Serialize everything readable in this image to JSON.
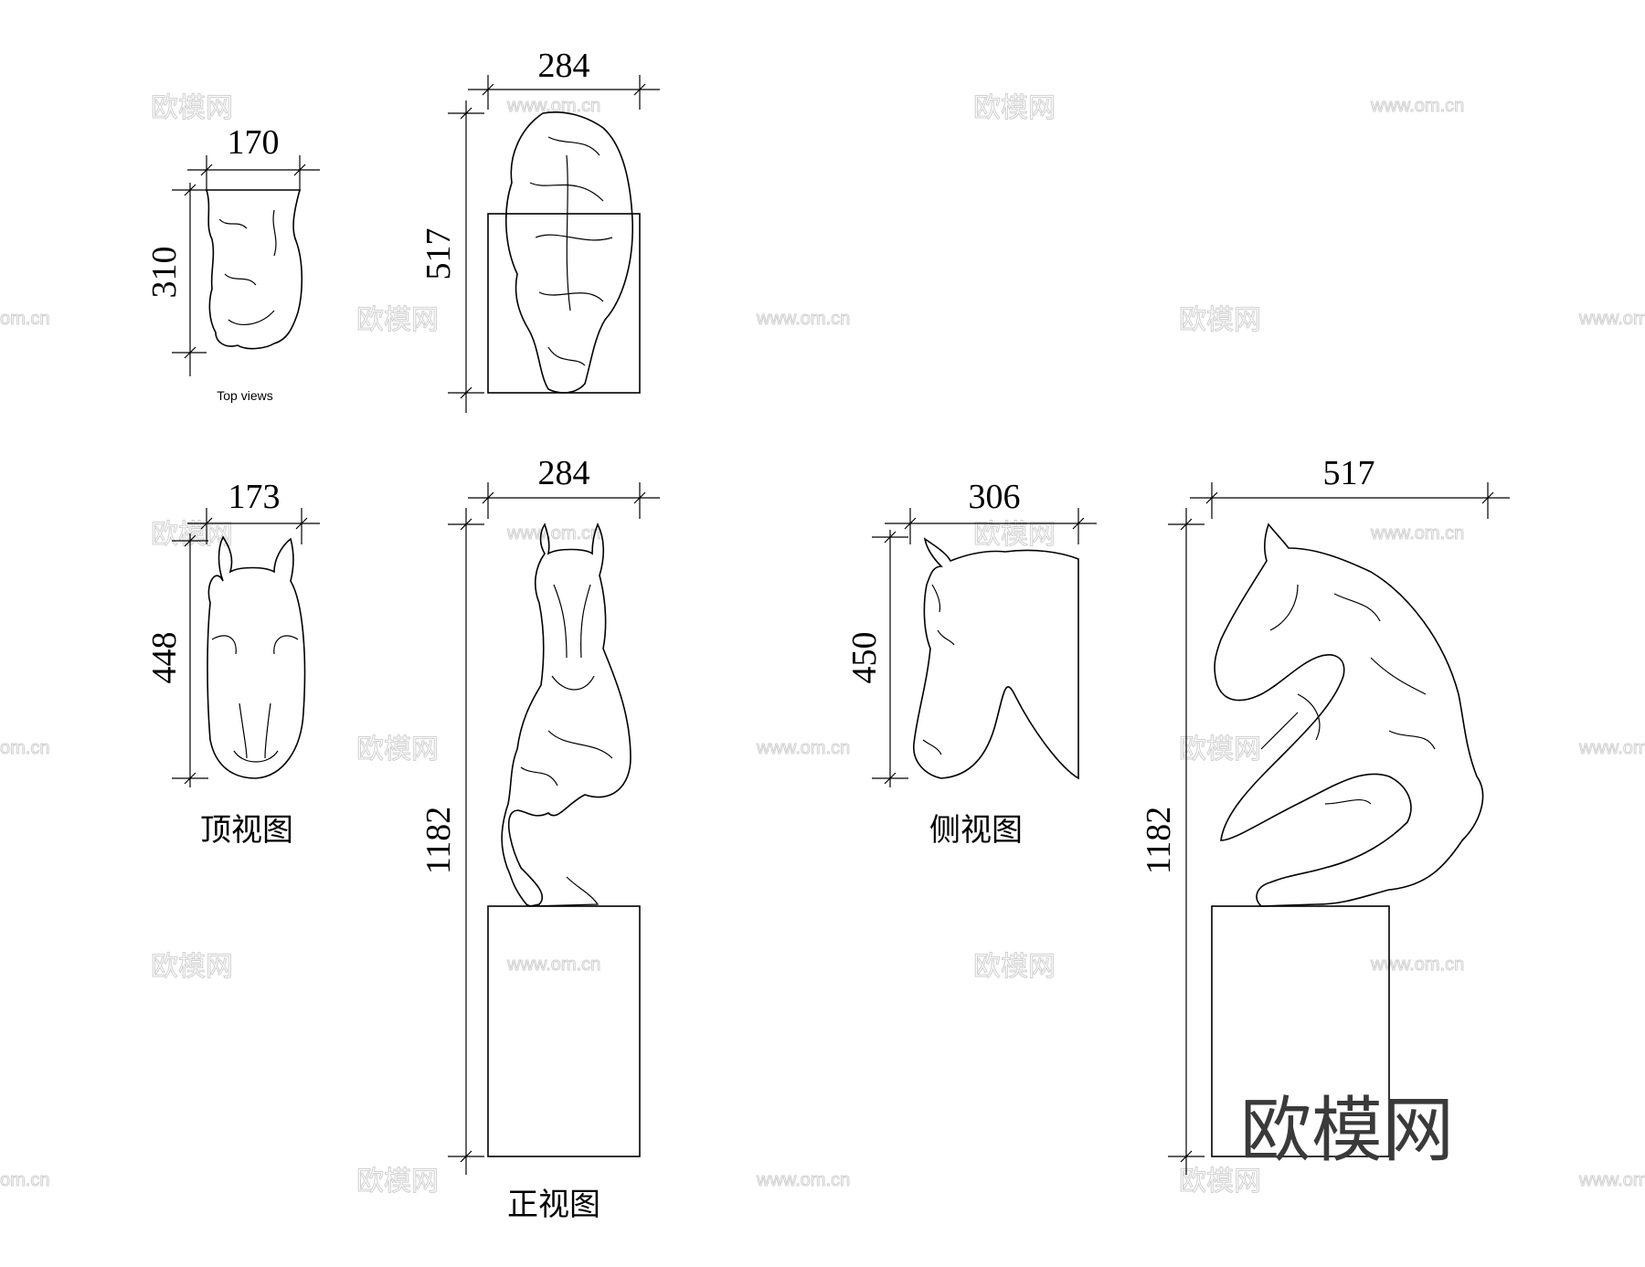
{
  "dimensions": {
    "top_view_small_width": "170",
    "top_view_small_height": "310",
    "top_view_large_width": "284",
    "top_view_large_height": "517",
    "front_head_width": "173",
    "front_head_height": "448",
    "front_full_width": "284",
    "front_full_height": "1182",
    "side_head_width": "306",
    "side_head_height": "450",
    "side_full_width": "517",
    "side_full_height": "1182"
  },
  "captions": {
    "top_views": "Top views",
    "top_view_cn": "顶视图",
    "front_view_cn": "正视图",
    "side_view_cn": "侧视图"
  },
  "watermarks": {
    "brand_cn": "欧模网",
    "site": "www.om.cn",
    "site_fragment": "om.cn"
  },
  "brand_logo": "欧模网"
}
